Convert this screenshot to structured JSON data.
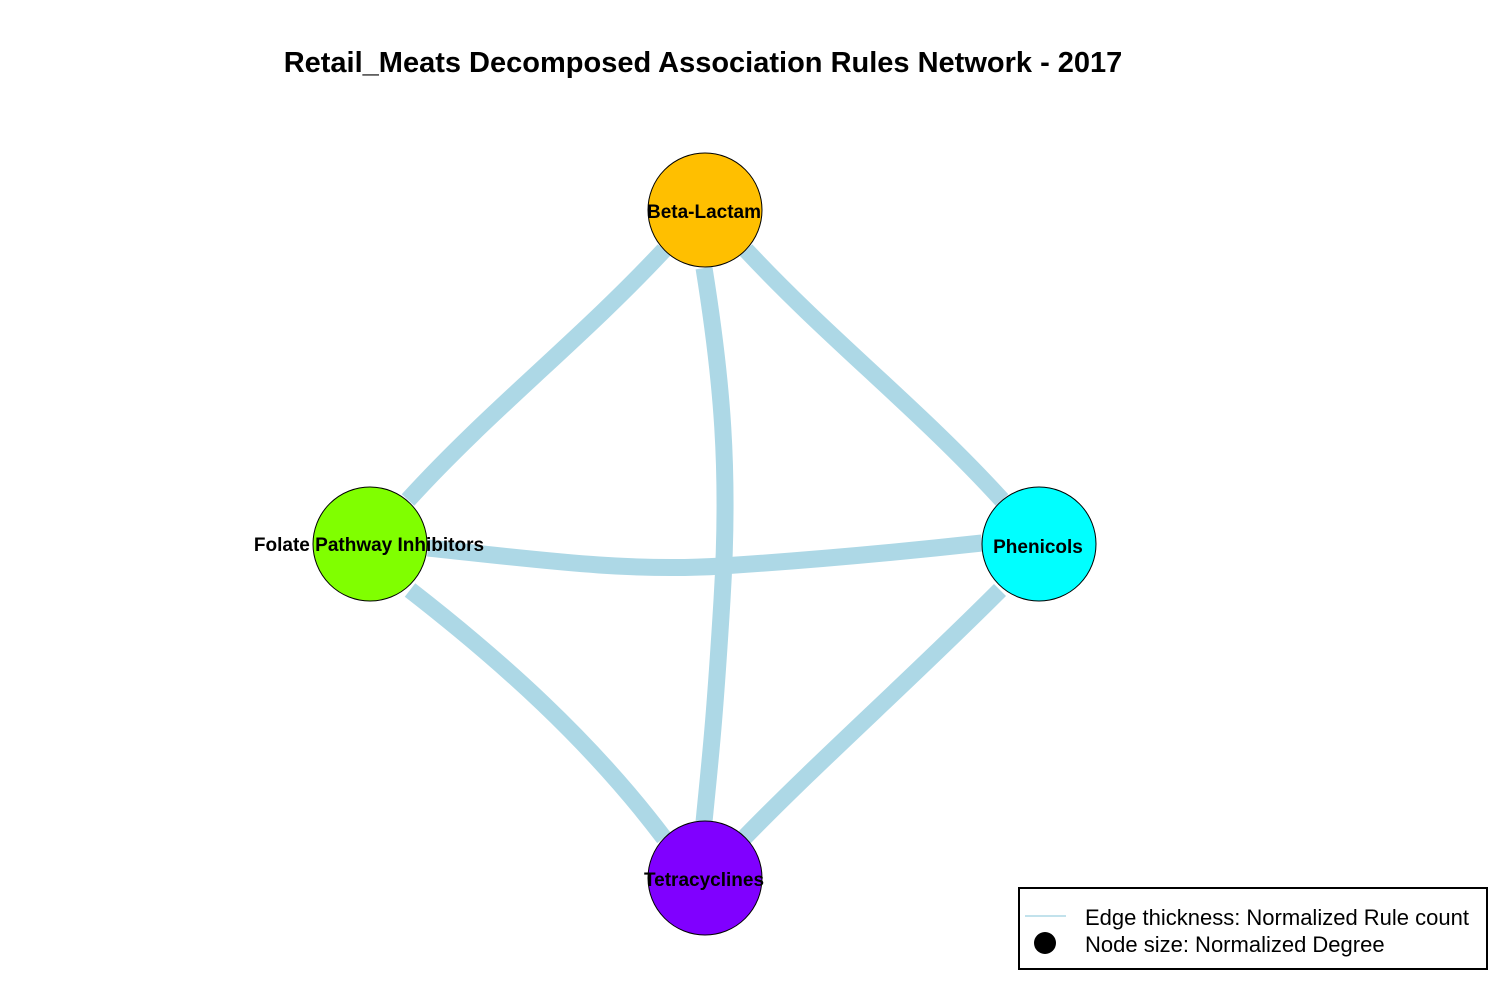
{
  "title": "Retail_Meats Decomposed Association Rules Network - 2017",
  "colors": {
    "edge": "#add8e6",
    "background": "#ffffff",
    "legend_border": "#000000",
    "legend_node_marker": "#000000"
  },
  "nodes": [
    {
      "id": "beta_lactam",
      "label": "Beta-Lactam",
      "color": "#ffbf00"
    },
    {
      "id": "folate",
      "label": "Folate Pathway Inhibitors",
      "color": "#80ff00"
    },
    {
      "id": "phenicols",
      "label": "Phenicols",
      "color": "#00ffff"
    },
    {
      "id": "tetracyclines",
      "label": "Tetracyclines",
      "color": "#8000ff"
    }
  ],
  "edges": [
    {
      "source": "beta_lactam",
      "target": "folate"
    },
    {
      "source": "beta_lactam",
      "target": "phenicols"
    },
    {
      "source": "beta_lactam",
      "target": "tetracyclines"
    },
    {
      "source": "folate",
      "target": "phenicols"
    },
    {
      "source": "folate",
      "target": "tetracyclines"
    },
    {
      "source": "phenicols",
      "target": "tetracyclines"
    }
  ],
  "legend": {
    "edge_label": "Edge thickness: Normalized Rule count",
    "node_label": "Node size: Normalized Degree"
  }
}
